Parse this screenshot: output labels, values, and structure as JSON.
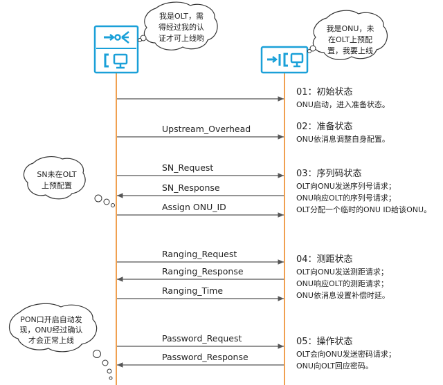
{
  "devices": [
    {
      "name": "OLT",
      "color": "#1aa0d8"
    },
    {
      "name": "ONU",
      "color": "#1aa0d8"
    }
  ],
  "bubbles": {
    "olt": [
      "我是OLT，需",
      "得经过我的认",
      "证才可上线哟"
    ],
    "onu": [
      "我是ONU，未",
      "在OLT上预配",
      "置，我要上线"
    ],
    "sn": [
      "SN未在OLT",
      "上预配置"
    ],
    "pon": [
      "PON口开启自动发",
      "现，ONU经过确认",
      "才会正常上线"
    ]
  },
  "messages": [
    {
      "label": "",
      "dir": "right"
    },
    {
      "label": "Upstream_Overhead",
      "dir": "right"
    },
    {
      "label": "SN_Request",
      "dir": "right"
    },
    {
      "label": "SN_Response",
      "dir": "left"
    },
    {
      "label": "Assign ONU_ID",
      "dir": "right"
    },
    {
      "label": "Ranging_Request",
      "dir": "right"
    },
    {
      "label": "Ranging_Response",
      "dir": "left"
    },
    {
      "label": "Ranging_Time",
      "dir": "right"
    },
    {
      "label": "Password_Request",
      "dir": "right"
    },
    {
      "label": "Password_Response",
      "dir": "left"
    }
  ],
  "states": [
    {
      "title": "01：初始状态",
      "lines": [
        "ONU启动，进入准备状态。"
      ]
    },
    {
      "title": "02：准备状态",
      "lines": [
        "ONU依消息调整自身配置。"
      ]
    },
    {
      "title": "03：序列码状态",
      "lines": [
        "OLT向ONU发送序列号请求；",
        "ONU响应OLT的序列号请求；",
        "OLT分配一个临时的ONU ID给该ONU。"
      ]
    },
    {
      "title": "04：测距状态",
      "lines": [
        "OLT向ONU发送测距请求；",
        "ONU响应OLT的测距请求；",
        "ONU依消息设置补偿时延。"
      ]
    },
    {
      "title": "05：操作状态",
      "lines": [
        "OLT会向ONU发送密码请求；",
        "ONU向OLT回应密码。"
      ]
    }
  ],
  "colors": {
    "lifeline": "#f0a050",
    "arrow": "#555555",
    "device": "#1aa0d8",
    "bubble_stroke": "#333333"
  }
}
